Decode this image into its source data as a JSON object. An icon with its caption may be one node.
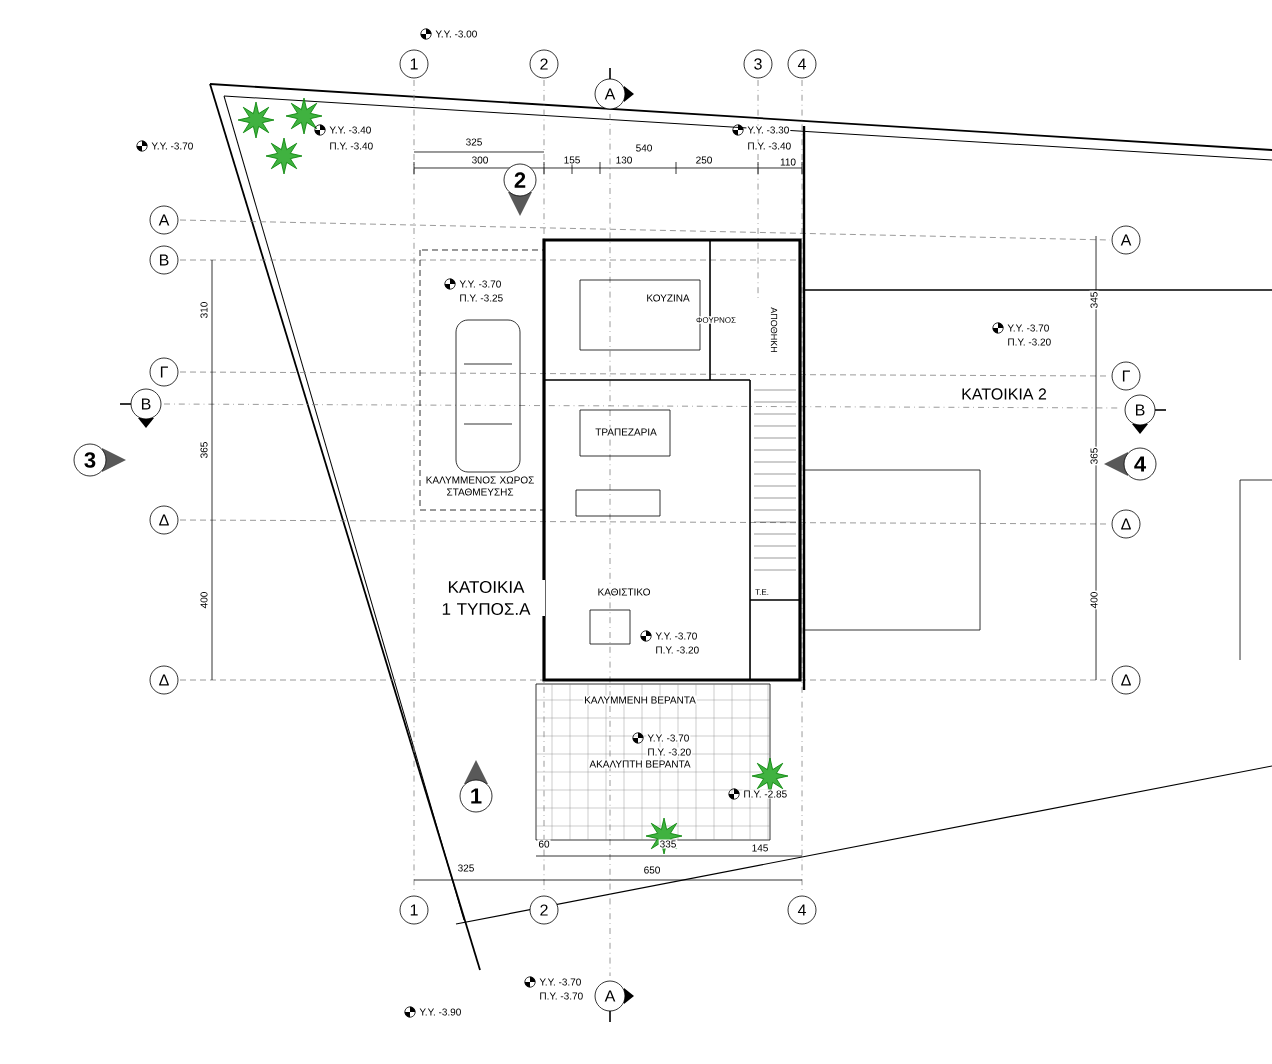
{
  "diagram": {
    "labels": [
      "Υ.Υ. -3.00",
      "1",
      "2",
      "3",
      "4",
      "Α",
      "Υ.Υ. -3.40",
      "Υ.Υ. -3.30",
      "Υ.Υ. -3.70",
      "Π.Υ. -3.40",
      "325",
      "540",
      "Π.Υ. -3.40",
      "300",
      "155",
      "130",
      "250",
      "110",
      "2",
      "Α",
      "Α",
      "Β",
      "ΚΟΥΖΙΝΑ",
      "Υ.Υ. -3.70",
      "Π.Υ. -3.25",
      "310",
      "345",
      "ΦΟΥΡΝΟΣ",
      "ΑΠΟΘΗΚΗ",
      "Υ.Υ. -3.70",
      "Π.Υ. -3.20",
      "Γ",
      "Γ",
      "ΚΑΤΟΙΚΙΑ 2",
      "Β",
      "Β",
      "ΤΡΑΠΕΖΑΡΙΑ",
      "3",
      "365",
      "365",
      "4",
      "ΚΑΛΥΜΜΕΝΟΣ ΧΩΡΟΣ ΣΤΑΘΜΕΥΣΗΣ",
      "Δ",
      "Δ",
      "400",
      "ΚΑΤΟΙΚΙΑ 1 ΤΥΠΟΣ.Α",
      "ΚΑΘΙΣΤΙΚΟ",
      "Τ.Ε.",
      "400",
      "Υ.Υ. -3.70",
      "Π.Υ. -3.20",
      "Δ",
      "Δ",
      "ΚΑΛΥΜΜΕΝΗ ΒΕΡΑΝΤΑ",
      "Υ.Υ. -3.70",
      "Π.Υ. -3.20",
      "ΑΚΑΛΥΠΤΗ ΒΕΡΑΝΤΑ",
      "1",
      "Π.Υ. -2.85",
      "60",
      "335",
      "145",
      "325",
      "650",
      "1",
      "2",
      "4",
      "Υ.Υ. -3.70",
      "Π.Υ. -3.70",
      "Α",
      "Υ.Υ. -3.90"
    ]
  }
}
